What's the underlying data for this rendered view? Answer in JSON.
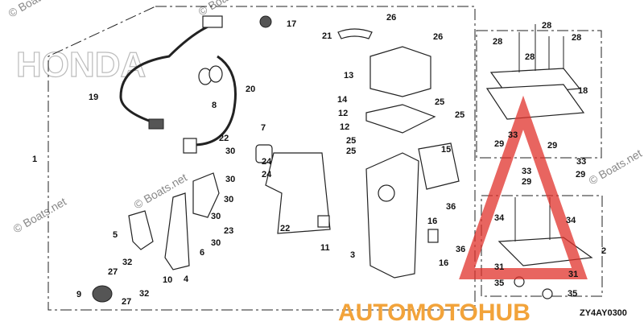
{
  "diagram": {
    "code": "ZY4AY0300",
    "labels": [
      "17",
      "26",
      "21",
      "26",
      "28",
      "28",
      "28",
      "28",
      "13",
      "20",
      "19",
      "18",
      "8",
      "14",
      "25",
      "12",
      "25",
      "12",
      "22",
      "7",
      "25",
      "25",
      "15",
      "33",
      "29",
      "29",
      "1",
      "30",
      "24",
      "33",
      "33",
      "29",
      "30",
      "24",
      "29",
      "30",
      "30",
      "23",
      "30",
      "6",
      "36",
      "34",
      "34",
      "16",
      "16",
      "22",
      "5",
      "36",
      "11",
      "3",
      "2",
      "32",
      "27",
      "31",
      "31",
      "10",
      "4",
      "32",
      "35",
      "35",
      "9",
      "27"
    ]
  },
  "watermarks": {
    "boats_1": "© Boats.net",
    "boats_2": "© Boats.net",
    "boats_3": "© Boats.net",
    "boats_4": "© Boats.net",
    "boats_5": "© Boats.net",
    "automotohub": "AUTOMOTOHUB",
    "honda": "HONDA"
  },
  "colors": {
    "brand_red": "#e0312b",
    "brand_orange": "#f2a33a",
    "brand_dark": "#333333"
  }
}
